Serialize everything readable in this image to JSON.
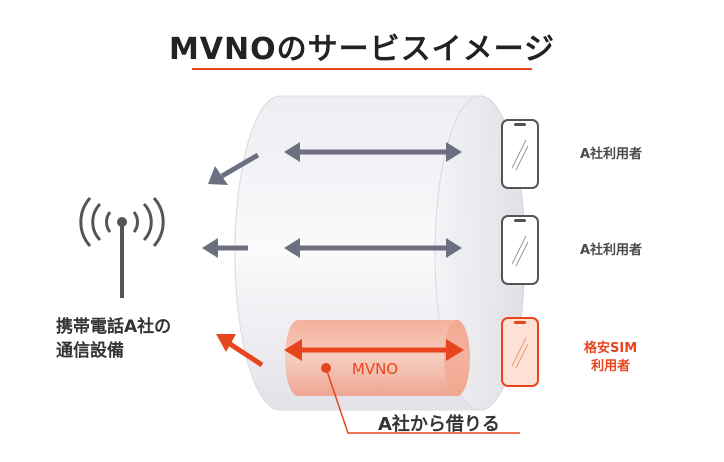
{
  "title": "MVNOのサービスイメージ",
  "tower_label_line1": "携帯電話A社の",
  "tower_label_line2": "通信設備",
  "users": [
    {
      "label_line1": "A社利用者",
      "label_line2": ""
    },
    {
      "label_line1": "A社利用者",
      "label_line2": ""
    },
    {
      "label_line1": "格安SIM",
      "label_line2": "利用者"
    }
  ],
  "mvno_label": "MVNO",
  "borrow_label": "A社から借りる",
  "colors": {
    "accent": "#e8451e",
    "arrow_gray": "#6b6f80",
    "light_accent": "#f6b8a4",
    "text_dark": "#333333"
  }
}
